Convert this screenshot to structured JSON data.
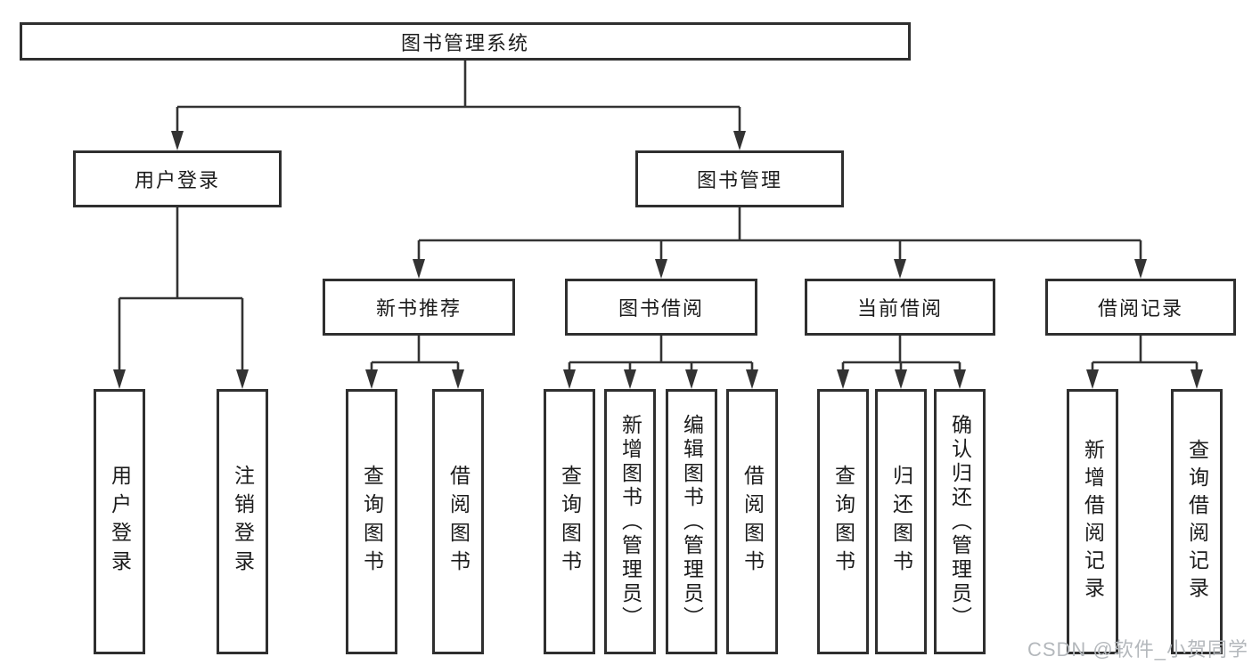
{
  "diagram": {
    "nodes": {
      "root": "图书管理系统",
      "user_login": "用户登录",
      "book_mgmt": "图书管理",
      "new_book_rec": "新书推荐",
      "book_borrow": "图书借阅",
      "current_borrow": "当前借阅",
      "borrow_records": "借阅记录",
      "leaf_user_login": "用户登录",
      "leaf_logout": "注销登录",
      "leaf_nbr_query": "查询图书",
      "leaf_nbr_borrow": "借阅图书",
      "leaf_bb_query": "查询图书",
      "leaf_bb_add": "新增图书（管理员）",
      "leaf_bb_edit": "编辑图书（管理员）",
      "leaf_bb_borrow": "借阅图书",
      "leaf_cb_query": "查询图书",
      "leaf_cb_return": "归还图书",
      "leaf_cb_confirm": "确认归还（管理员）",
      "leaf_br_add": "新增借阅记录",
      "leaf_br_query": "查询借阅记录"
    },
    "colors": {
      "line": "#333333",
      "text": "#1c1c1c",
      "watermark": "#b4b8bc",
      "background": "#ffffff"
    }
  },
  "watermark": "CSDN @软件_小贺同学"
}
